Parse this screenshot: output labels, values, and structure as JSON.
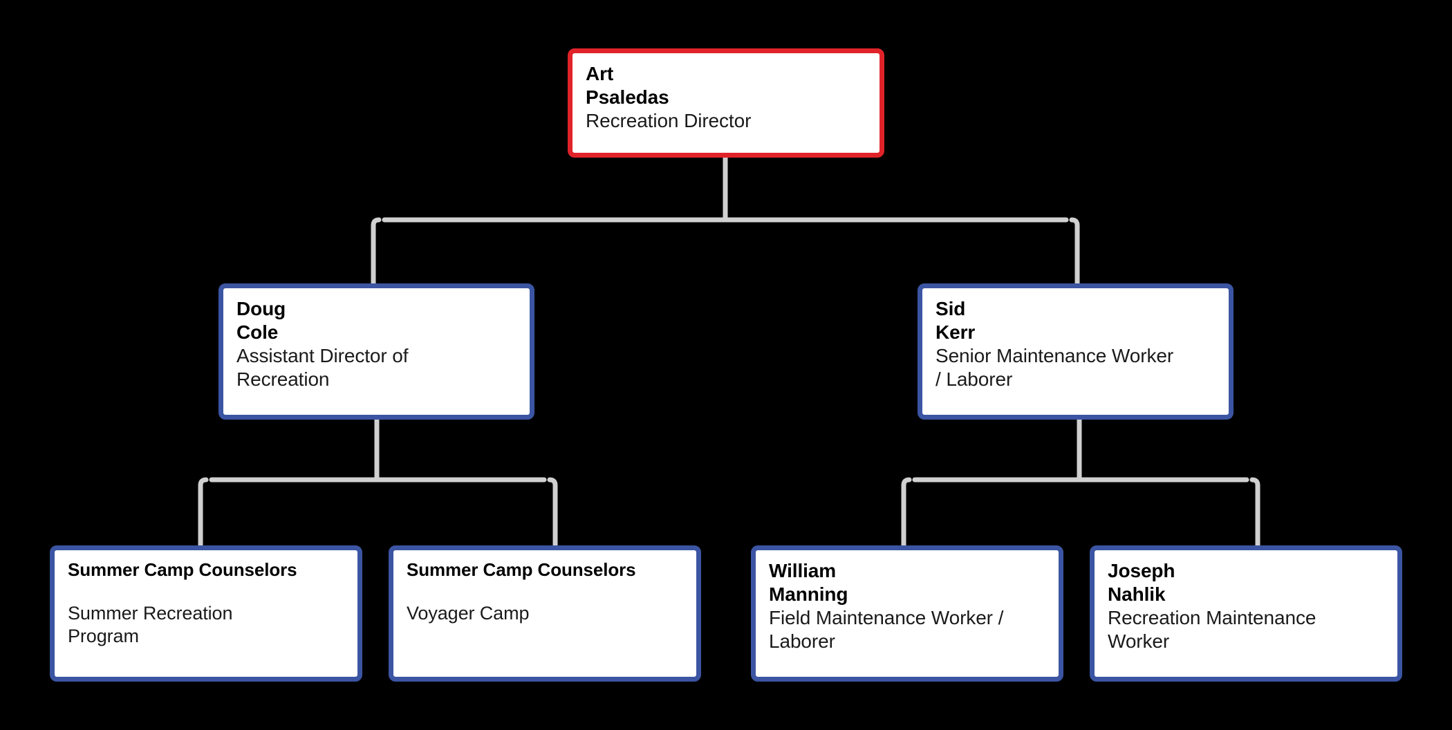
{
  "chart": {
    "type": "org-chart",
    "background_color": "#000000",
    "connector_color": "#d0d0d0",
    "connector_width": 7,
    "root_border_color": "#e02329",
    "node_border_color": "#3b55a3",
    "node_fill_color": "#ffffff",
    "text_color": "#000000"
  },
  "nodes": {
    "root": {
      "name": "Art\nPsaledas",
      "title": "Recreation Director",
      "border_color": "#e02329",
      "level": 0
    },
    "doug_cole": {
      "name": "Doug\nCole",
      "title": "Assistant Director of\nRecreation",
      "border_color": "#3b55a3",
      "level": 1
    },
    "sid_kerr": {
      "name": "Sid\nKerr",
      "title": "Senior Maintenance Worker\n/ Laborer",
      "border_color": "#3b55a3",
      "level": 1
    },
    "summer_rec_program": {
      "name": "Summer Camp Counselors",
      "title": "Summer Recreation\nProgram",
      "border_color": "#3b55a3",
      "level": 2
    },
    "voyager_camp": {
      "name": "Summer Camp Counselors",
      "title": "Voyager Camp",
      "border_color": "#3b55a3",
      "level": 2
    },
    "william_manning": {
      "name": "William\nManning",
      "title": "Field Maintenance Worker /\nLaborer",
      "border_color": "#3b55a3",
      "level": 2
    },
    "joseph_nahlik": {
      "name": "Joseph\nNahlik",
      "title": "Recreation Maintenance\nWorker",
      "border_color": "#3b55a3",
      "level": 2
    }
  },
  "edges": [
    {
      "from": "root",
      "to": "doug_cole"
    },
    {
      "from": "root",
      "to": "sid_kerr"
    },
    {
      "from": "doug_cole",
      "to": "summer_rec_program"
    },
    {
      "from": "doug_cole",
      "to": "voyager_camp"
    },
    {
      "from": "sid_kerr",
      "to": "william_manning"
    },
    {
      "from": "sid_kerr",
      "to": "joseph_nahlik"
    }
  ]
}
